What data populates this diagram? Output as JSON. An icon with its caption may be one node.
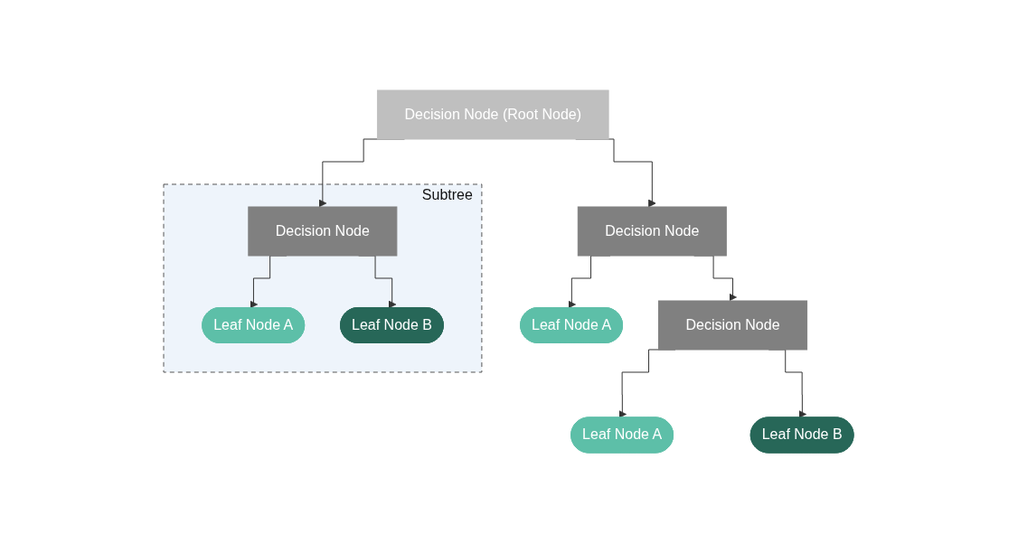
{
  "diagram": {
    "nodes": [
      {
        "text": [
          "Decision Node (Root Node)"
        ]
      },
      {
        "text": [
          "Subtree"
        ]
      },
      {
        "text": [
          "Decision Node"
        ],
        "in": 1
      },
      {
        "text": [
          "Leaf Node A"
        ],
        "in": 1
      },
      {
        "text": [
          "Leaf Node B"
        ],
        "in": 1
      },
      {
        "text": [
          "Decision Node"
        ]
      },
      {
        "text": [
          "Leaf Node A"
        ]
      },
      {
        "text": [
          "Decision Node"
        ]
      },
      {
        "text": [
          "Leaf Node A"
        ]
      },
      {
        "text": [
          "Leaf Node B"
        ]
      }
    ],
    "edges": [
      {
        "from": 0,
        "to": 5,
        "arrow": "to"
      },
      {
        "from": 0,
        "to": 2,
        "arrow": "to"
      },
      {
        "from": 5,
        "to": 6,
        "arrow": "to"
      },
      {
        "from": 5,
        "to": 7,
        "arrow": "to"
      },
      {
        "from": 2,
        "to": 3,
        "arrow": "to"
      },
      {
        "from": 2,
        "to": 4,
        "arrow": "to"
      },
      {
        "from": 7,
        "to": 8,
        "arrow": "to"
      },
      {
        "from": 7,
        "to": 9,
        "arrow": "to"
      }
    ]
  }
}
